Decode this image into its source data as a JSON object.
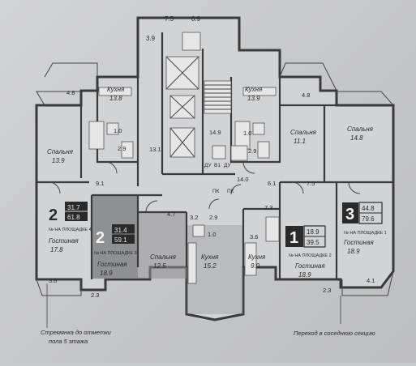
{
  "background": "#c9cacb",
  "colors": {
    "wall": "#3a3a3a",
    "floor": "#d2d3d5",
    "apt2_highlight": "#8f9092",
    "badge_dark": "#2a2a2a"
  },
  "top_dims": {
    "d7_5": "7.5",
    "d0_9": "0.9",
    "d3_9": "3.9"
  },
  "rooms": {
    "kitchen_left": {
      "label": "Кухня",
      "area": "13.8"
    },
    "kitchen_right": {
      "label": "Кухня",
      "area": "13.9"
    },
    "bedroom_left": {
      "label": "Спальня",
      "area": "13.9"
    },
    "bedroom_right_a": {
      "label": "Спальня",
      "area": "11.1"
    },
    "bedroom_right_b": {
      "label": "Спальня",
      "area": "14.8"
    },
    "bedroom_mid": {
      "label": "Спальня",
      "area": "12.5"
    },
    "kitchen_mid": {
      "label": "Кухня",
      "area": "15.2"
    },
    "kitchen_low": {
      "label": "Кухня",
      "area": "9.0"
    },
    "living_a4": {
      "label": "Гостиная",
      "area": "17.8"
    },
    "living_a3": {
      "label": "Гостиная",
      "area": "18.9"
    },
    "living_a2": {
      "label": "Гостиная",
      "area": "18.9"
    },
    "living_a1": {
      "label": "Гостиная",
      "area": "18.9"
    }
  },
  "small_areas": {
    "a4_8l": "4.8",
    "a4_8r": "4.8",
    "a1_0l": "1.0",
    "a1_0r": "1.0",
    "a2_9l": "2.9",
    "a2_9r": "2.9",
    "a14_9": "14.9",
    "a13_1": "13.1",
    "a9_1": "9.1",
    "a14_0": "14.0",
    "a6_1": "6.1",
    "a7_5": "7.5",
    "a4_7": "4.7",
    "a3_2": "3.2",
    "a2_9c": "2.9",
    "a7_3": "7.3",
    "a1_0c": "1.0",
    "a3_6": "3.6",
    "a3_8": "3.8",
    "a2_3l": "2.3",
    "a2_3r": "2.3",
    "a4_1": "4.1"
  },
  "corridor_labels": {
    "pk1": "ПК",
    "pk2": "ПК",
    "du1": "ДУ",
    "v1": "В1",
    "du2": "ДУ"
  },
  "apartments": [
    {
      "num": "2",
      "area_top": "31.7",
      "area_bottom": "61.8",
      "caption": "№ НА ПЛОЩАДКЕ 4"
    },
    {
      "num": "2",
      "area_top": "31.4",
      "area_bottom": "59.1",
      "caption": "№ НА ПЛОЩАДКЕ 3"
    },
    {
      "num": "1",
      "area_top": "18.9",
      "area_bottom": "39.5",
      "caption": "№ НА ПЛОЩАДКЕ 2"
    },
    {
      "num": "3",
      "area_top": "44.8",
      "area_bottom": "79.6",
      "caption": "№ НА ПЛОЩАДКЕ 1"
    }
  ],
  "notes": {
    "ladder_1": "Стремянка до отметки",
    "ladder_2": "пола 5 этажа",
    "passage": "Переход в соседнюю секцию"
  }
}
